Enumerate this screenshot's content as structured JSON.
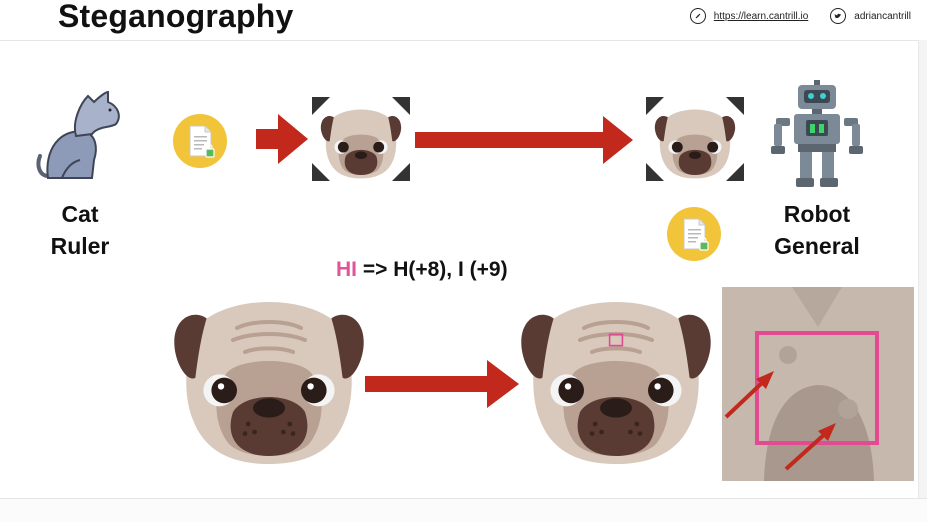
{
  "header": {
    "title": "Steganography",
    "link_url": "https://learn.cantrill.io",
    "handle": "adriancantrill",
    "link_icon": "compass-icon",
    "handle_icon": "twitter-bird-icon"
  },
  "actors": {
    "sender_line1": "Cat",
    "sender_line2": "Ruler",
    "receiver_line1": "Robot",
    "receiver_line2": "General"
  },
  "encoding": {
    "highlight": "HI",
    "rest": "=> H(+8), I (+9)",
    "highlight_color": "#e0559a"
  },
  "colors": {
    "arrow": "#c2281c",
    "doc_circle": "#f2c43a",
    "frame_highlight": "#e24a92"
  }
}
